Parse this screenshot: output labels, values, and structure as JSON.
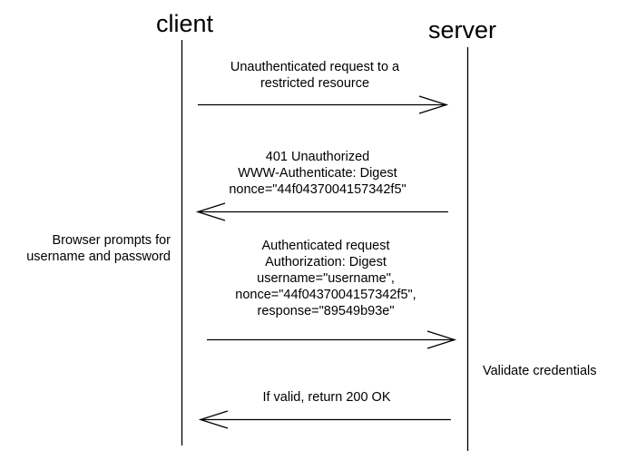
{
  "actors": {
    "client": "client",
    "server": "server"
  },
  "messages": [
    {
      "direction": "client-to-server",
      "lines": [
        "Unauthenticated request to a",
        "restricted resource"
      ]
    },
    {
      "direction": "server-to-client",
      "lines": [
        "401 Unauthorized",
        "WWW-Authenticate: Digest",
        "nonce=\"44f0437004157342f5\""
      ]
    },
    {
      "direction": "client-to-server",
      "lines": [
        "Authenticated request",
        "Authorization: Digest",
        "username=\"username\",",
        "nonce=\"44f0437004157342f5\",",
        "response=\"89549b93e\""
      ]
    },
    {
      "direction": "server-to-client",
      "lines": [
        "If valid, return 200 OK"
      ]
    }
  ],
  "notes": {
    "client": [
      "Browser prompts for",
      "username and password"
    ],
    "server": "Validate credentials"
  }
}
